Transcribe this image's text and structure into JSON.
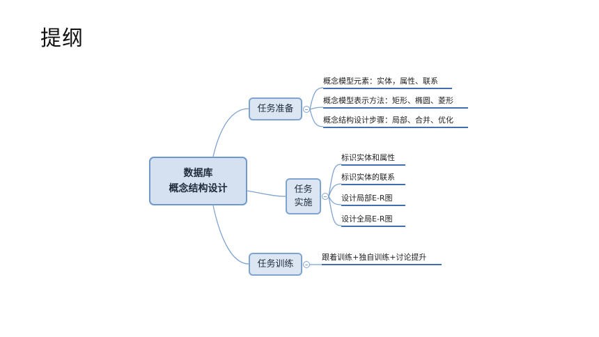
{
  "page": {
    "title": "提纲"
  },
  "mindmap": {
    "root": {
      "line1": "数据库",
      "line2": "概念结构设计"
    },
    "branches": [
      {
        "label": "任务准备",
        "children": [
          "概念模型元素：实体，属性、联系",
          "概念模型表示方法：矩形、椭圆、菱形",
          "概念结构设计步骤：局部、合并、优化"
        ]
      },
      {
        "label_line1": "任务",
        "label_line2": "实施",
        "children": [
          "标识实体和属性",
          "标识实体的联系",
          "设计局部E-R图",
          "设计全局E-R图"
        ]
      },
      {
        "label": "任务训练",
        "children": [
          "跟着训练+独自训练+讨论提升"
        ]
      }
    ],
    "colors": {
      "connector": "#7fa3cf",
      "leaf_underline": "#3f6fb1",
      "node_fill": "#dce6f2",
      "node_border": "#7fa3cf"
    }
  }
}
